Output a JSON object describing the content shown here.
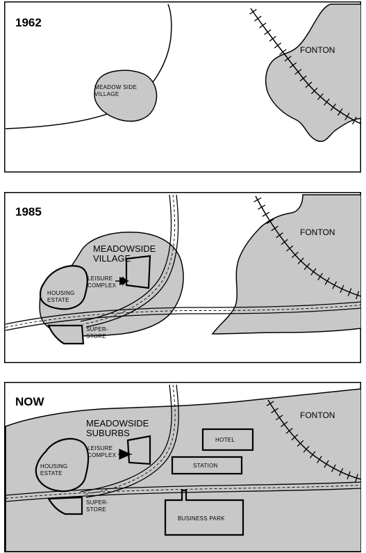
{
  "panels": [
    {
      "year": "1962",
      "town": "FONTON",
      "village_line1": "MEADOW SIDE",
      "village_line2": "VILLAGE"
    },
    {
      "year": "1985",
      "town": "FONTON",
      "village_line1": "MEADOWSIDE",
      "village_line2": "VILLAGE",
      "leisure_line1": "LEISURE",
      "leisure_line2": "COMPLEX",
      "housing_line1": "HOUSING",
      "housing_line2": "ESTATE",
      "store_line1": "SUPER-",
      "store_line2": "STORE"
    },
    {
      "year": "NOW",
      "town": "FONTON",
      "village_line1": "MEADOWSIDE",
      "village_line2": "SUBURBS",
      "leisure_line1": "LEISURE",
      "leisure_line2": "COMPLEX",
      "housing_line1": "HOUSING",
      "housing_line2": "ESTATE",
      "store_line1": "SUPER-",
      "store_line2": "STORE",
      "hotel": "HOTEL",
      "station": "STATION",
      "business_park": "BUSINESS  PARK"
    }
  ],
  "colors": {
    "built_up_area": "#c8c8c8",
    "outline": "#000000",
    "background": "#ffffff"
  }
}
